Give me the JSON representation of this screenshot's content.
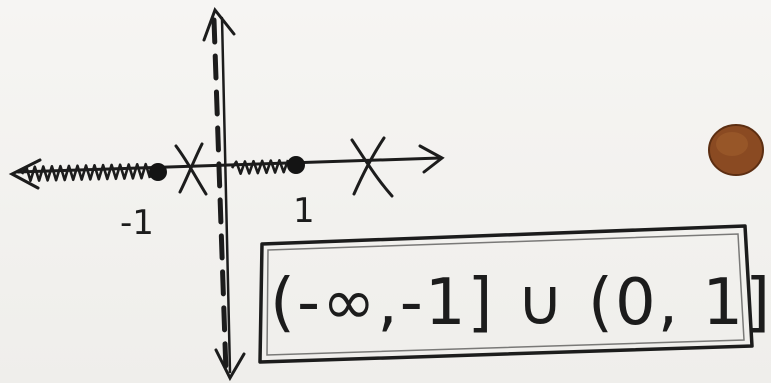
{
  "number_line": {
    "tick_labels": [
      "-1",
      "1"
    ],
    "x_marks": [
      "X",
      "X"
    ]
  },
  "answer": {
    "text": "(-∞,-1] ∪ (0, 1]"
  },
  "colors": {
    "ink": "#1c1c1c",
    "paper": "#f3f2f0",
    "coin": "#8a4a22"
  }
}
